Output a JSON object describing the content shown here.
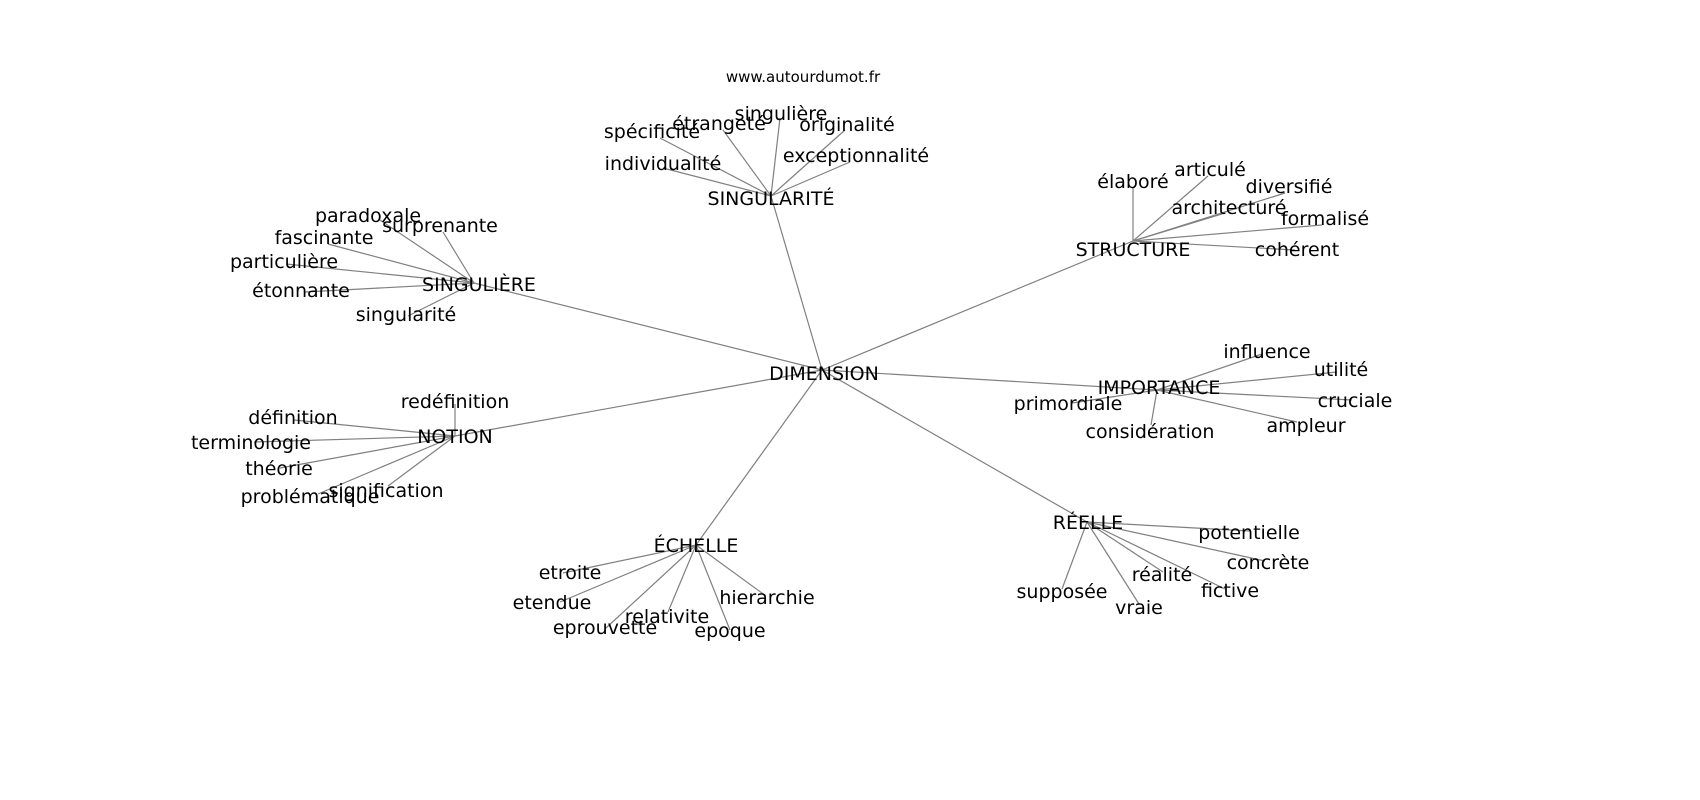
{
  "credit": "www.autourdumot.fr",
  "center": "DIMENSION",
  "clusters": [
    {
      "key": "singularite",
      "label": "SINGULARITÉ",
      "terms": [
        "spécificité",
        "étrangeté",
        "singulière",
        "originalité",
        "individualité",
        "exceptionnalité"
      ]
    },
    {
      "key": "structure",
      "label": "STRUCTURE",
      "terms": [
        "élaboré",
        "articulé",
        "diversifié",
        "architecturé",
        "formalisé",
        "cohérent"
      ]
    },
    {
      "key": "singuliere",
      "label": "SINGULIÈRE",
      "terms": [
        "paradoxale",
        "surprenante",
        "fascinante",
        "particulière",
        "étonnante",
        "singularité"
      ]
    },
    {
      "key": "importance",
      "label": "IMPORTANCE",
      "terms": [
        "influence",
        "utilité",
        "primordiale",
        "cruciale",
        "considération",
        "ampleur"
      ]
    },
    {
      "key": "notion",
      "label": "NOTION",
      "terms": [
        "redéfinition",
        "définition",
        "terminologie",
        "théorie",
        "problématique",
        "signification"
      ]
    },
    {
      "key": "echelle",
      "label": "ÉCHELLE",
      "terms": [
        "etroite",
        "etendue",
        "eprouvette",
        "relativite",
        "epoque",
        "hierarchie"
      ]
    },
    {
      "key": "reelle",
      "label": "RÉELLE",
      "terms": [
        "potentielle",
        "concrète",
        "réalité",
        "fictive",
        "supposée",
        "vraie"
      ]
    }
  ]
}
